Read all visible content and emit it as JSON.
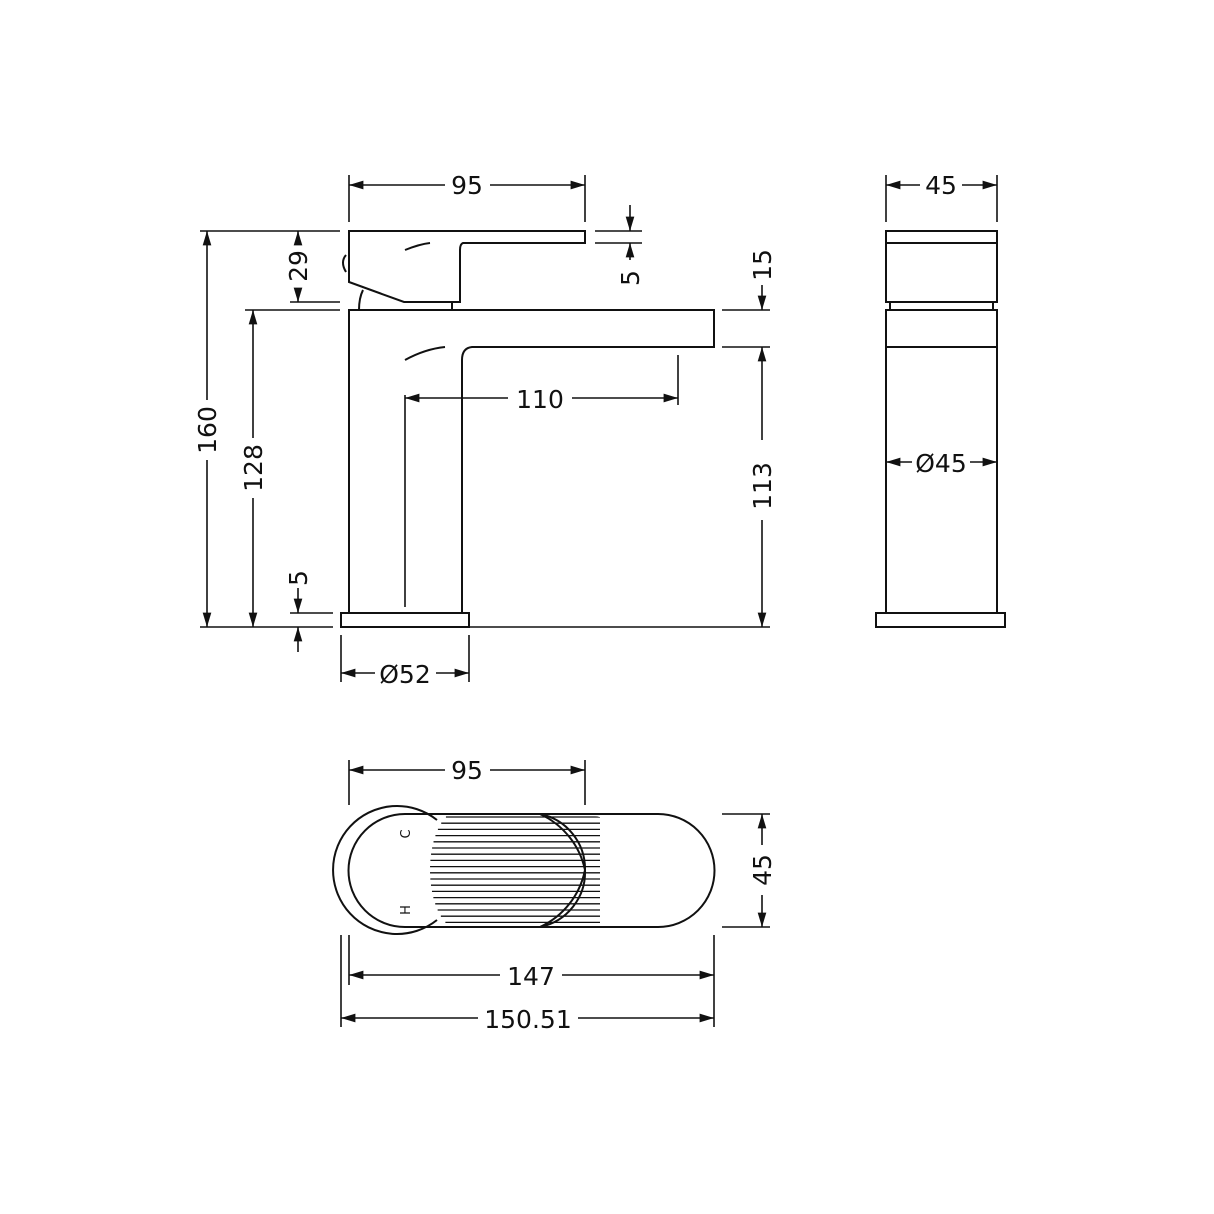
{
  "side_view": {
    "dims": {
      "handle_length": "95",
      "handle_thickness": "5",
      "total_height": "160",
      "handle_height": "29",
      "body_height": "128",
      "base_thickness": "5",
      "base_diameter": "Ø52",
      "spout_thickness": "15",
      "spout_reach": "110",
      "spout_height": "113"
    }
  },
  "front_view": {
    "dims": {
      "width": "45",
      "body_diameter": "Ø45"
    }
  },
  "top_view": {
    "dims": {
      "handle_length": "95",
      "width": "45",
      "spout_length": "147",
      "overall_length": "150.51"
    },
    "labels": {
      "cold": "C",
      "hot": "H"
    }
  }
}
